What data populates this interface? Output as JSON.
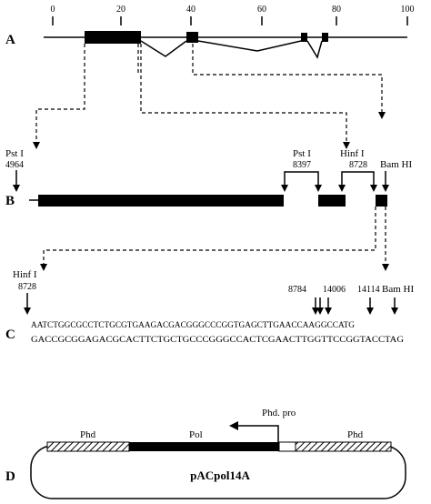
{
  "scale": {
    "ticks": [
      "0",
      "20",
      "40",
      "60",
      "80",
      "100"
    ]
  },
  "panels": {
    "a": "A",
    "b": "B",
    "c": "C",
    "d": "D"
  },
  "sites_b": {
    "pst1_left": "Pst I",
    "pst1_left_num": "4964",
    "pst1_right": "Pst I",
    "pst1_right_num": "8397",
    "hinf1": "Hinf I",
    "hinf1_num": "8728",
    "bamhi": "Bam HI"
  },
  "sites_c": {
    "hinf1": "Hinf I",
    "hinf1_num": "8728",
    "n8784": "8784",
    "n14006": "14006",
    "n14114": "14114",
    "bamhi": "Bam HI"
  },
  "sequence": {
    "top": "AATCTGGCGCCTCTGCGTGAAGACGACGGGCCCGGTGAGCTTGAACCAAGGCCATG",
    "bottom": "GACCGCGGAGACGCACTTCTGCTGCCCGGGCCACTCGAACTTGGTTCCGGTACCTAG"
  },
  "plasmid": {
    "name": "pACpol14A",
    "phd_left": "Phd",
    "pol": "Pol",
    "phd_right": "Phd",
    "promoter": "Phd. pro"
  }
}
